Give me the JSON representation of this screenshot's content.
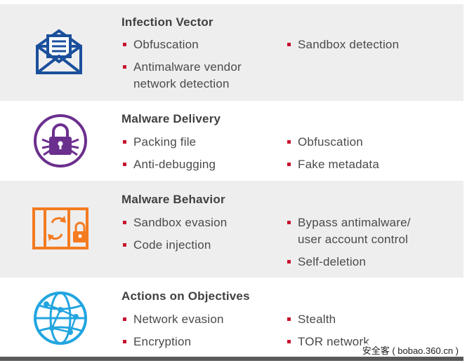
{
  "colors": {
    "accent_red": "#c8102e",
    "row_gray": "#eeeeef",
    "title_text": "#404040",
    "body_text": "#4a4a4a",
    "vector_blue": "#1a4f9c",
    "delivery_purple": "#6b2f8e",
    "behavior_orange": "#f47b20",
    "actions_blue": "#22a5e0"
  },
  "sections": [
    {
      "title": "Infection Vector",
      "icon": "envelope-icon",
      "left": [
        "Obfuscation",
        "Antimalware vendor\nnetwork detection"
      ],
      "right": [
        "Sandbox detection"
      ]
    },
    {
      "title": "Malware Delivery",
      "icon": "locked-bug-icon",
      "left": [
        "Packing file",
        "Anti-debugging"
      ],
      "right": [
        "Obfuscation",
        "Fake metadata"
      ]
    },
    {
      "title": "Malware Behavior",
      "icon": "sandbox-lock-icon",
      "left": [
        "Sandbox evasion",
        "Code injection"
      ],
      "right": [
        "Bypass antimalware/\nuser account control",
        "Self-deletion"
      ]
    },
    {
      "title": "Actions on Objectives",
      "icon": "globe-network-icon",
      "left": [
        "Network evasion",
        "Encryption"
      ],
      "right": [
        "Stealth",
        "TOR network"
      ]
    }
  ],
  "watermark": "安全客 ( bobao.360.cn )"
}
